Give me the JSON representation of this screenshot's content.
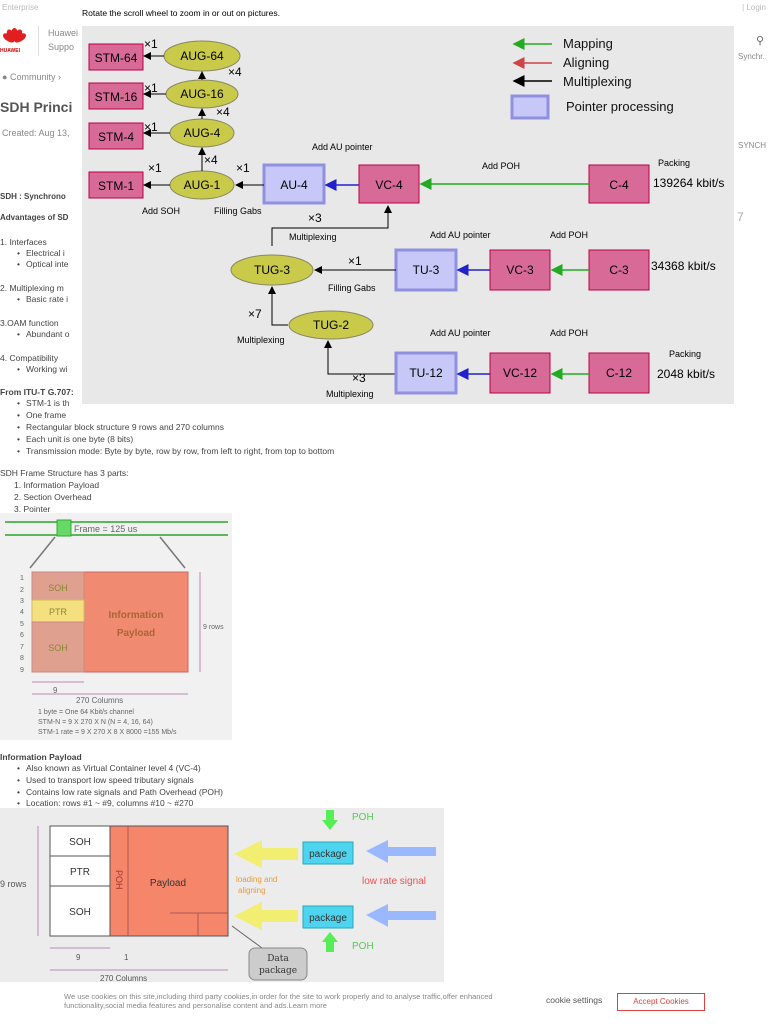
{
  "topbar": {
    "enterprise": "Enterprise",
    "login": "| Login"
  },
  "brand": {
    "logo_text": "HUAWEI",
    "line1": "Huawei",
    "line2": "Suppo"
  },
  "breadcrumb": {
    "community": "Community"
  },
  "page": {
    "title": "SDH Princi",
    "created": "Created: Aug 13,"
  },
  "right_panel": {
    "synch1": "Synchr.",
    "synch2": "SYNCH",
    "num": "7"
  },
  "overlay": {
    "hint": "Rotate the scroll wheel to zoom in or out on pictures."
  },
  "article": {
    "sdh_def": "SDH : Synchrono",
    "advantages": "Advantages of SD",
    "interfaces_h": "1. Interfaces",
    "electrical": "Electrical i",
    "optical": "Optical inte",
    "mux_h": "2. Multiplexing m",
    "basic_rate": "Basic rate i",
    "oam_h": "3.OAM function",
    "abundant": "Abundant o",
    "compat_h": "4. Compatibility",
    "working": "Working wi",
    "itu": "From ITU-T G.707:",
    "stm1": "STM-1 is th",
    "one_frame": "One frame",
    "rect_block": "Rectangular block structure 9 rows and 270 columns",
    "each_unit": "Each unit is one byte (8 bits)",
    "tx_mode": "Transmission mode: Byte by byte, row by row, from left to right, from top to bottom",
    "frame_struct": "SDH Frame Structure has 3 parts:",
    "part1": "1. Information Payload",
    "part2": "2. Section Overhead",
    "part3": "3. Pointer",
    "info_payload_h": "Information Payload",
    "ip1": "Also known as Virtual Container level 4 (VC-4)",
    "ip2": "Used to transport low speed tributary signals",
    "ip3": "Contains low rate signals and Path Overhead (POH)",
    "ip4": "Location: rows #1 ~ #9, columns #10 ~ #270"
  },
  "diagram": {
    "legend": {
      "mapping": "Mapping",
      "aligning": "Aligning",
      "multiplexing": "Multiplexing",
      "pointer": "Pointer processing"
    },
    "stm64": "STM-64",
    "stm16": "STM-16",
    "stm4": "STM-4",
    "stm1": "STM-1",
    "aug64": "AUG-64",
    "aug16": "AUG-16",
    "aug4": "AUG-4",
    "aug1": "AUG-1",
    "au4": "AU-4",
    "vc4": "VC-4",
    "c4": "C-4",
    "tug3": "TUG-3",
    "tu3": "TU-3",
    "vc3": "VC-3",
    "c3": "C-3",
    "tug2": "TUG-2",
    "tu12": "TU-12",
    "vc12": "VC-12",
    "c12": "C-12",
    "x1": "×1",
    "x4": "×4",
    "x3": "×3",
    "x7": "×7",
    "add_soh": "Add SOH",
    "filling_gabs": "Filling Gabs",
    "add_au_pointer": "Add AU pointer",
    "add_poh": "Add POH",
    "packing": "Packing",
    "multiplexing": "Multiplexing",
    "rate_c4": "139264 kbit/s",
    "rate_c3": "34368 kbit/s",
    "rate_c12": "2048 kbit/s"
  },
  "frame_fig": {
    "frame": "Frame = 125 us",
    "soh": "SOH",
    "ptr": "PTR",
    "info": "Information",
    "payload": "Payload",
    "rows_label": "9 rows",
    "nine": "9",
    "cols": "270 Columns",
    "r1": "1",
    "r2": "2",
    "r3": "3",
    "r4": "4",
    "r5": "5",
    "r6": "6",
    "r7": "7",
    "r8": "8",
    "r9": "9",
    "note1": "1 byte = One 64 Kbit/s channel",
    "note2": "STM-N = 9 X 270 X N (N = 4, 16, 64)",
    "note3": "STM-1 rate =  9 X 270 X 8 X 8000 =155 Mb/s"
  },
  "payload_fig": {
    "soh": "SOH",
    "ptr": "PTR",
    "poh": "POH",
    "payload": "Payload",
    "rows": "9 rows",
    "nine": "9",
    "one": "1",
    "cols": "270 Columns",
    "package": "package",
    "loading": "loading and",
    "aligning": "aligning",
    "low_rate": "low rate signal",
    "data1": "Data",
    "data2": "package"
  },
  "cookie": {
    "text": "We use cookies on this site,including third party cookies,in order for the site to work properly and to analyse traffic,offer enhanced functionality,social media features and personalise content and ads.Learn more",
    "settings": "cookie settings",
    "accept": "Accept Cookies"
  }
}
